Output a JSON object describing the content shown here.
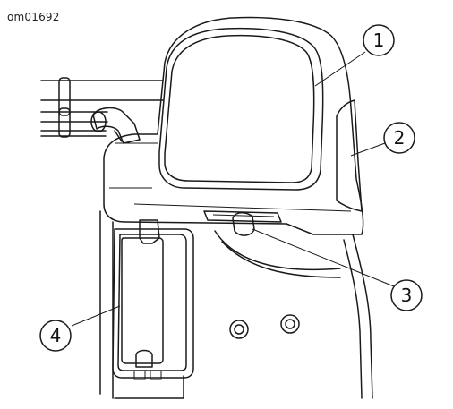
{
  "figure_id": "om01692",
  "callouts": [
    {
      "number": "1"
    },
    {
      "number": "2"
    },
    {
      "number": "3"
    },
    {
      "number": "4"
    }
  ],
  "colors": {
    "line": "#1a1a1a",
    "screen_fill": "#e9e9e9",
    "panel_fill": "#d7d7d7",
    "background": "#ffffff"
  }
}
